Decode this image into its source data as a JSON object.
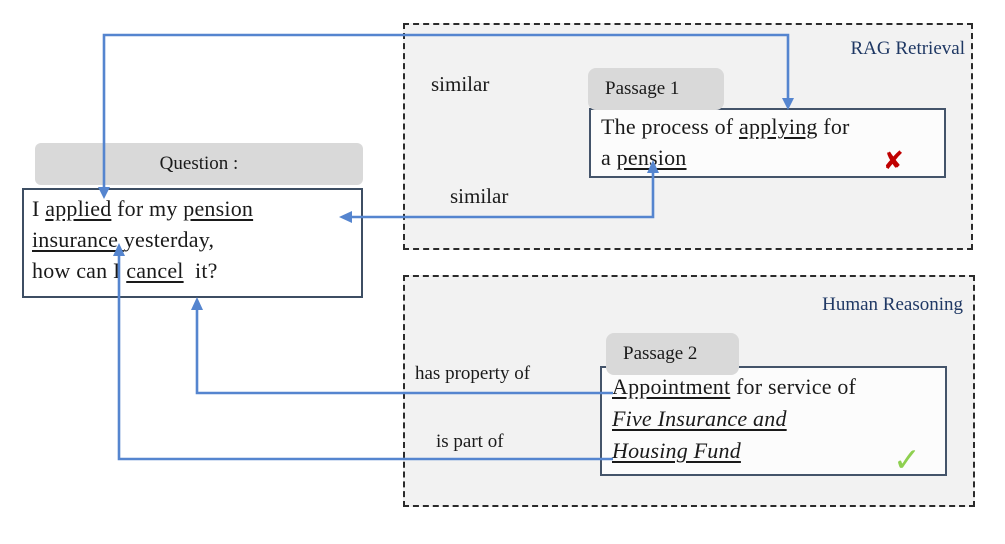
{
  "colors": {
    "arrow": "#5585cf",
    "navy": "#1f3864",
    "red_x": "#c00000",
    "green_check": "#8ed050",
    "tab_gray": "#d9d9d9",
    "panel_bg": "#f2f2f2",
    "box_border": "#44546a"
  },
  "question": {
    "label": "Question :",
    "lines": [
      {
        "segments": [
          {
            "text": "I "
          },
          {
            "text": "applied",
            "style": "underline"
          },
          {
            "text": " for my "
          },
          {
            "text": "pension",
            "style": "underline"
          }
        ]
      },
      {
        "segments": [
          {
            "text": "insurance ",
            "style": "underline"
          },
          {
            "text": "yesterday,"
          }
        ]
      },
      {
        "segments": [
          {
            "text": "how can I "
          },
          {
            "text": "cancel",
            "style": "underline"
          },
          {
            "text": "  it?"
          }
        ]
      }
    ]
  },
  "rag_panel": {
    "title": "RAG Retrieval",
    "similar_top": "similar",
    "similar_bottom": "similar",
    "passage": {
      "tab": "Passage 1",
      "lines": [
        {
          "segments": [
            {
              "text": "The process of "
            },
            {
              "text": "applying",
              "style": "underline"
            },
            {
              "text": " for"
            }
          ]
        },
        {
          "segments": [
            {
              "text": "a "
            },
            {
              "text": "pension",
              "style": "underline"
            }
          ]
        }
      ],
      "verdict_icon": "✘",
      "verdict_meaning": "incorrect"
    }
  },
  "human_panel": {
    "title": "Human Reasoning",
    "relation_top": "has property of",
    "relation_bottom": "is part of",
    "passage": {
      "tab": "Passage 2",
      "lines": [
        {
          "segments": [
            {
              "text": "Appointment",
              "style": "underline"
            },
            {
              "text": " for service of"
            }
          ]
        },
        {
          "segments": [
            {
              "text": "Five Insurance and",
              "style": "underline-italic"
            }
          ]
        },
        {
          "segments": [
            {
              "text": "Housing Fund",
              "style": "underline-italic"
            }
          ]
        }
      ],
      "verdict_icon": "✓",
      "verdict_meaning": "correct"
    }
  }
}
